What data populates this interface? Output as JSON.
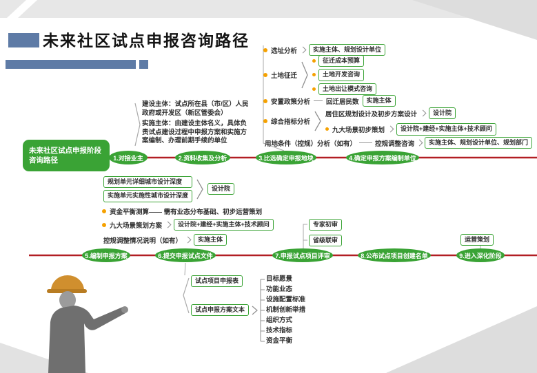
{
  "header": {
    "title": "未来社区试点申报咨询路径"
  },
  "root": {
    "line1": "未来社区试点申报阶段",
    "line2": "咨询路径"
  },
  "stages": [
    {
      "label": "1.对接业主"
    },
    {
      "label": "2.资料收集及分析"
    },
    {
      "label": "3.比选确定申报地块"
    },
    {
      "label": "4.确定申报方案编制单位"
    },
    {
      "label": "5.编制申报方案"
    },
    {
      "label": "6.提交申报试点文件"
    },
    {
      "label": "7.申报试点项目评审"
    },
    {
      "label": "8.公布试点项目创建名单"
    },
    {
      "label": "9.进入深化阶段"
    }
  ],
  "stage2": {
    "construction": "建设主体：试点所在县（市/区）人民政府或开发区（新区管委会）",
    "implementation": "实施主体：由建设主体名义，具体负责试点建设过程中申报方案和实施方案编制、办理前期手续的单位"
  },
  "stage3": {
    "site": {
      "label": "选址分析",
      "result": "实施主体、规划设计单位"
    },
    "land": {
      "label": "土地征迁",
      "items": [
        "征迁成本预算",
        "土地开发咨询",
        "土地出让模式咨询"
      ]
    },
    "resettle": {
      "label": "安置政策分析",
      "metric": "回迁居民数",
      "result": "实施主体"
    },
    "comprehensive": {
      "label": "综合指标分析",
      "planning": {
        "label": "居住区规划设计及初步方案设计",
        "result": "设计院"
      },
      "scenes": {
        "label": "九大场景初步策划",
        "result": "设计院+建经+实施主体+技术顾问"
      }
    },
    "landuse": {
      "label": "用地条件（控规）分析（如有）",
      "dash": "——",
      "consult": "控规调整咨询",
      "result": "实施主体、规划设计单位、规划部门"
    }
  },
  "stage5": {
    "depth1": "规划单元详细城市设计深度",
    "depth2": "实施单元实施性城市设计深度",
    "depth_result": "设计院",
    "funding": "资金平衡测算—— 需有业态分布基础、初步运营策划",
    "scenes": {
      "label": "九大场景策划方案",
      "result": "设计院+建经+实施主体+技术顾问"
    },
    "regulation": {
      "label": "控规调整情况说明（如有）",
      "result": "实施主体"
    }
  },
  "stage6": {
    "form": "试点项目申报表",
    "document": "试点申报方案文本",
    "contents": [
      "目标愿景",
      "功能业态",
      "设施配置标准",
      "机制创新举措",
      "组织方式",
      "技术指标",
      "资金平衡"
    ]
  },
  "stage7": {
    "reviews": [
      "专家初审",
      "省级联审"
    ]
  },
  "stage9": {
    "operation": "运营策划"
  },
  "colors": {
    "green": "#3aa335",
    "red": "#b21e23",
    "orange": "#f5a100",
    "steel_blue": "#5e7ba6"
  }
}
